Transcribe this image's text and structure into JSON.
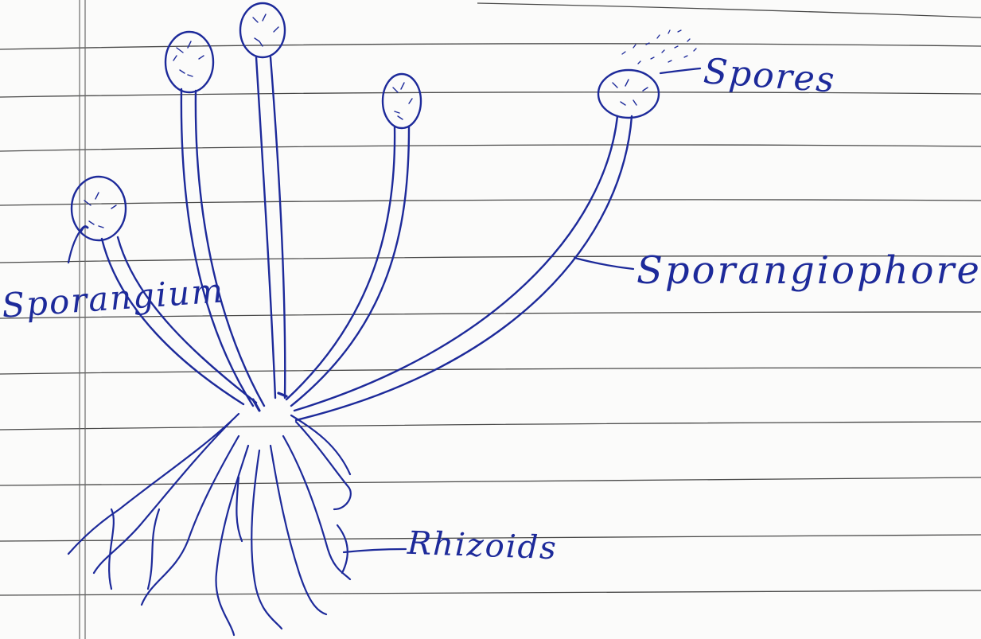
{
  "labels": {
    "spores": "Spores",
    "sporangiophore": "Sporangiophore",
    "sporangium": "Sporangium",
    "rhizoids": "Rhizoids"
  },
  "colors": {
    "ink": "#1d2a9a",
    "paper": "#fbfbfa",
    "rule_line": "#2a2a2a",
    "margin_line": "#6a6a6a"
  }
}
